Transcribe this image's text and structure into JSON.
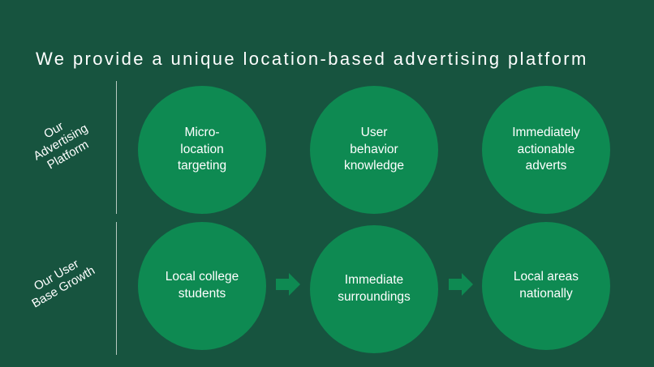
{
  "title": "We provide a unique location-based advertising platform",
  "rows": [
    {
      "label": "Our\nAdvertising\nPlatform",
      "items": [
        "Micro-\nlocation\ntargeting",
        "User\nbehavior\nknowledge",
        "Immediately\nactionable\nadverts"
      ]
    },
    {
      "label": "Our User\nBase Growth",
      "items": [
        "Local college\nstudents",
        "Immediate\nsurroundings",
        "Local areas\nnationally"
      ]
    }
  ],
  "colors": {
    "background": "#17543f",
    "circle": "#0e8a52",
    "divider": "#b7c9c0",
    "text": "#ffffff"
  },
  "icons": {
    "arrow": "arrow-right-icon"
  }
}
